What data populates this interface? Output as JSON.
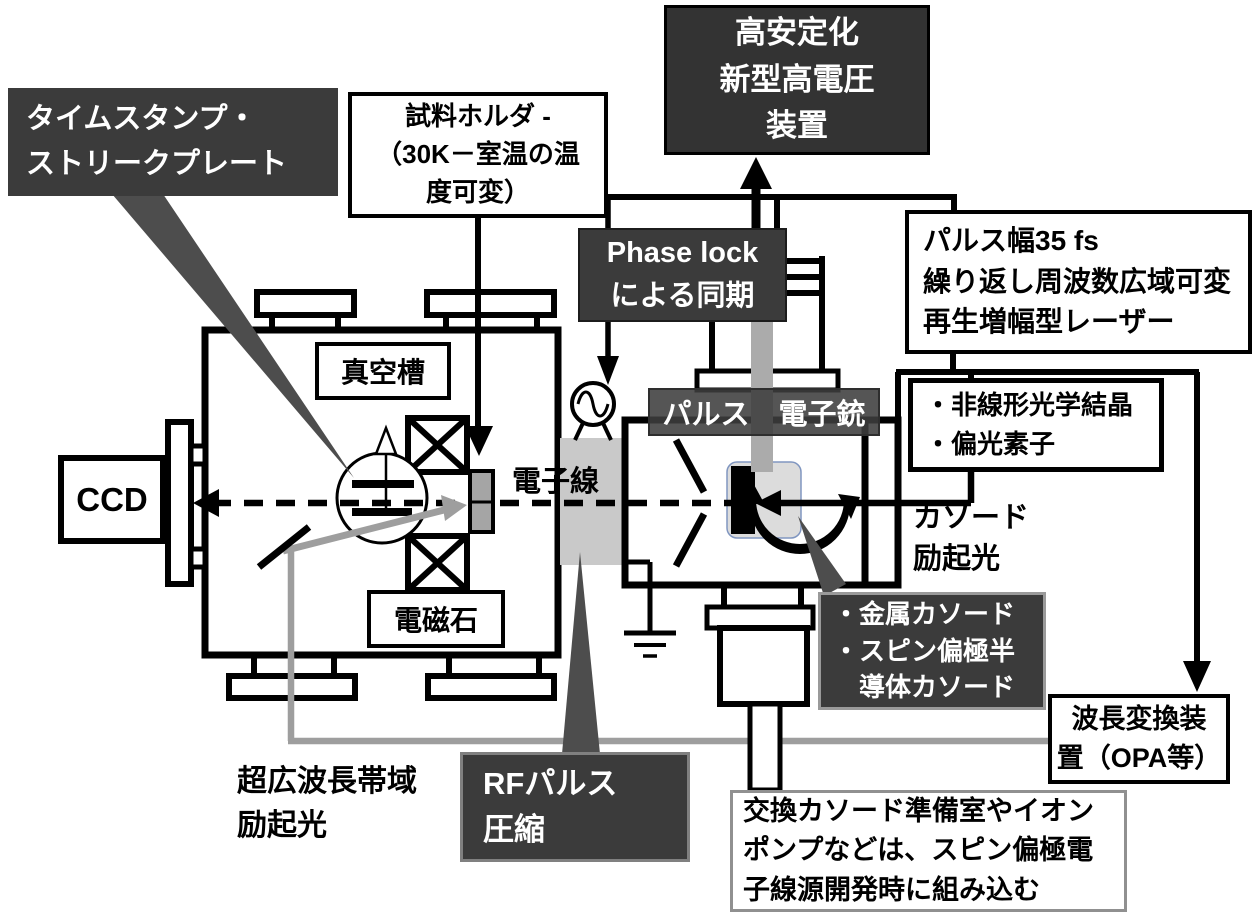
{
  "diagram": {
    "boxes": {
      "timestamp_plate": {
        "line1": "タイムスタンプ・",
        "line2": "ストリークプレート"
      },
      "sample_holder": {
        "line1": "試料ホルダ -",
        "line2": "（30K－室温の温",
        "line3": "度可変）"
      },
      "high_voltage": {
        "line1": "高安定化",
        "line2": "新型高電圧",
        "line3": "装置"
      },
      "phase_lock": {
        "line1": "Phase lock",
        "line2": "による同期"
      },
      "laser": {
        "line1": "パルス幅35 fs",
        "line2": "繰り返し周波数広域可変",
        "line3": "再生増幅型レーザー"
      },
      "pulse_gun": {
        "label": "パルス　電子銃"
      },
      "optics": {
        "line1": "・非線形光学結晶",
        "line2": "・偏光素子"
      },
      "ccd": {
        "label": "CCD"
      },
      "vacuum_chamber": {
        "label": "真空槽"
      },
      "electromagnet": {
        "label": "電磁石"
      },
      "cathode_types": {
        "line1": "・金属カソード",
        "line2": "・スピン偏極半",
        "line3": "導体カソード"
      },
      "wavelength_converter": {
        "line1": "波長変換装",
        "line2": "置（OPA等）"
      },
      "rf_compression": {
        "line1": "RFパルス",
        "line2": "圧縮"
      },
      "note": {
        "line1": "交換カソード準備室やイオン",
        "line2": "ポンプなどは、スピン偏極電",
        "line3": "子線源開発時に組み込む"
      }
    },
    "labels": {
      "electron_beam": "電子線",
      "cathode_light_line1": "カソード",
      "cathode_light_line2": "励起光",
      "broadband_line1": "超広波長帯域",
      "broadband_line2": "励起光"
    },
    "colors": {
      "dark_box": "#3b3b3b",
      "box_border_gray": "#8f8f8f",
      "beam_gray": "#9e9e9e",
      "cavity_gray": "#c9c9c9",
      "wedge_gray": "#4d4d4d",
      "line_black": "#000000"
    }
  }
}
